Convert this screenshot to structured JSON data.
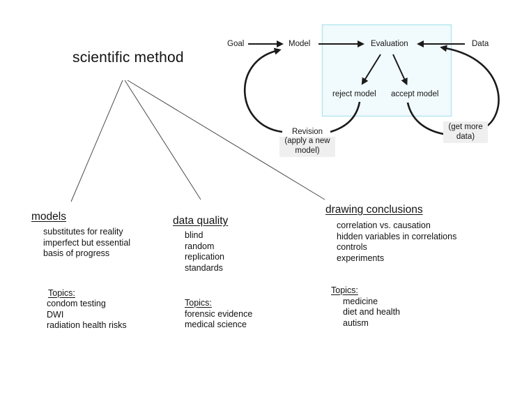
{
  "title": "scientific method",
  "flowchart": {
    "nodes": {
      "goal": "Goal",
      "model": "Model",
      "evaluation": "Evaluation",
      "data": "Data",
      "reject": "reject model",
      "accept": "accept model"
    },
    "revision_label": {
      "line1": "Revision",
      "rest": "(apply a new\nmodel)"
    },
    "get_more_data_label": "(get more\ndata)",
    "colors": {
      "box_fill": "#f1fafc",
      "box_border": "#b7e7f0",
      "label_bg": "#efefef",
      "arrow": "#1a1a1a",
      "tree_line": "#4a4a4a"
    }
  },
  "columns": [
    {
      "heading": "models",
      "items": [
        "substitutes for reality",
        "imperfect but essential",
        "basis of progress"
      ],
      "topics_label": "Topics:",
      "topics": [
        "condom testing",
        "DWI",
        "radiation health risks"
      ]
    },
    {
      "heading": "data quality",
      "items": [
        "blind",
        "random",
        "replication",
        "standards"
      ],
      "topics_label": "Topics:",
      "topics": [
        "forensic evidence",
        "medical science"
      ]
    },
    {
      "heading": "drawing conclusions",
      "items": [
        "correlation vs. causation",
        "hidden variables in correlations",
        "controls",
        "experiments"
      ],
      "topics_label": "Topics:",
      "topics": [
        "medicine",
        "diet and health",
        "autism"
      ]
    }
  ]
}
